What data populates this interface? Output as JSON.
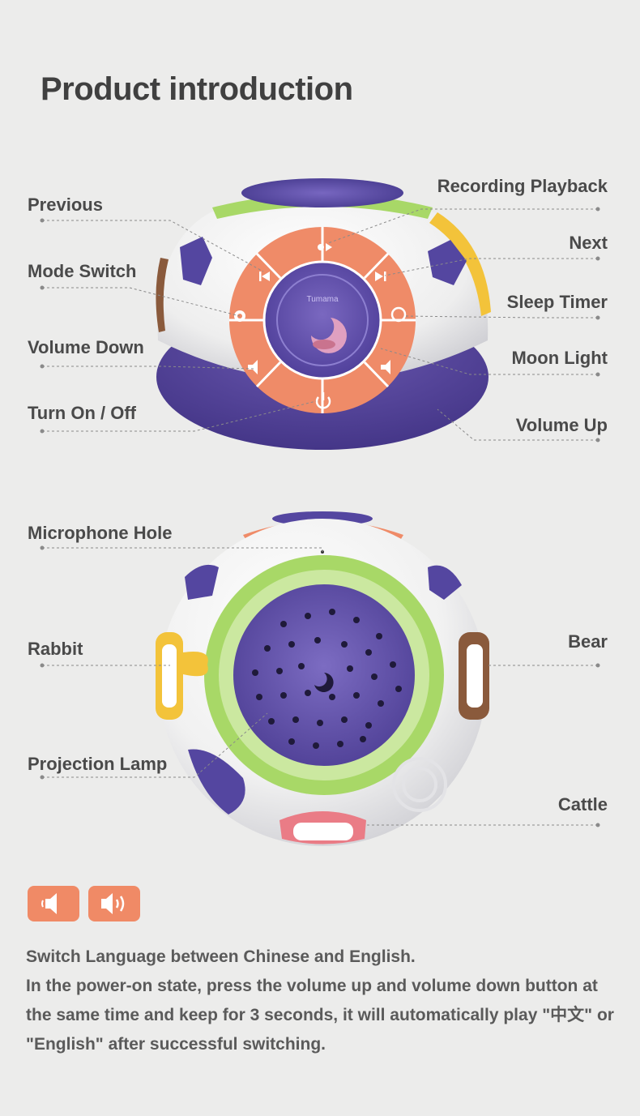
{
  "page": {
    "title": "Product introduction"
  },
  "top_labels": {
    "previous": "Previous",
    "mode_switch": "Mode Switch",
    "volume_down": "Volume Down",
    "turn_on_off": "Turn On / Off",
    "recording_playback": "Recording Playback",
    "next": "Next",
    "sleep_timer": "Sleep Timer",
    "moon_light": "Moon Light",
    "volume_up": "Volume Up"
  },
  "bottom_labels": {
    "microphone_hole": "Microphone Hole",
    "rabbit": "Rabbit",
    "projection_lamp": "Projection Lamp",
    "bear": "Bear",
    "cattle": "Cattle"
  },
  "toy_brand": "Tumama",
  "icons": {
    "volume_down": "speaker-low-icon",
    "volume_up": "speaker-high-icon"
  },
  "colors": {
    "accent": "#f08a66",
    "purple": "#5b4a9a",
    "green": "#a8d867"
  },
  "instructions": {
    "line1": "Switch Language between Chinese and English.",
    "line2": "In the power-on state, press the volume up and volume down button at the same time and keep for 3 seconds, it will automatically play \"中文\" or \"English\" after successful switching."
  }
}
